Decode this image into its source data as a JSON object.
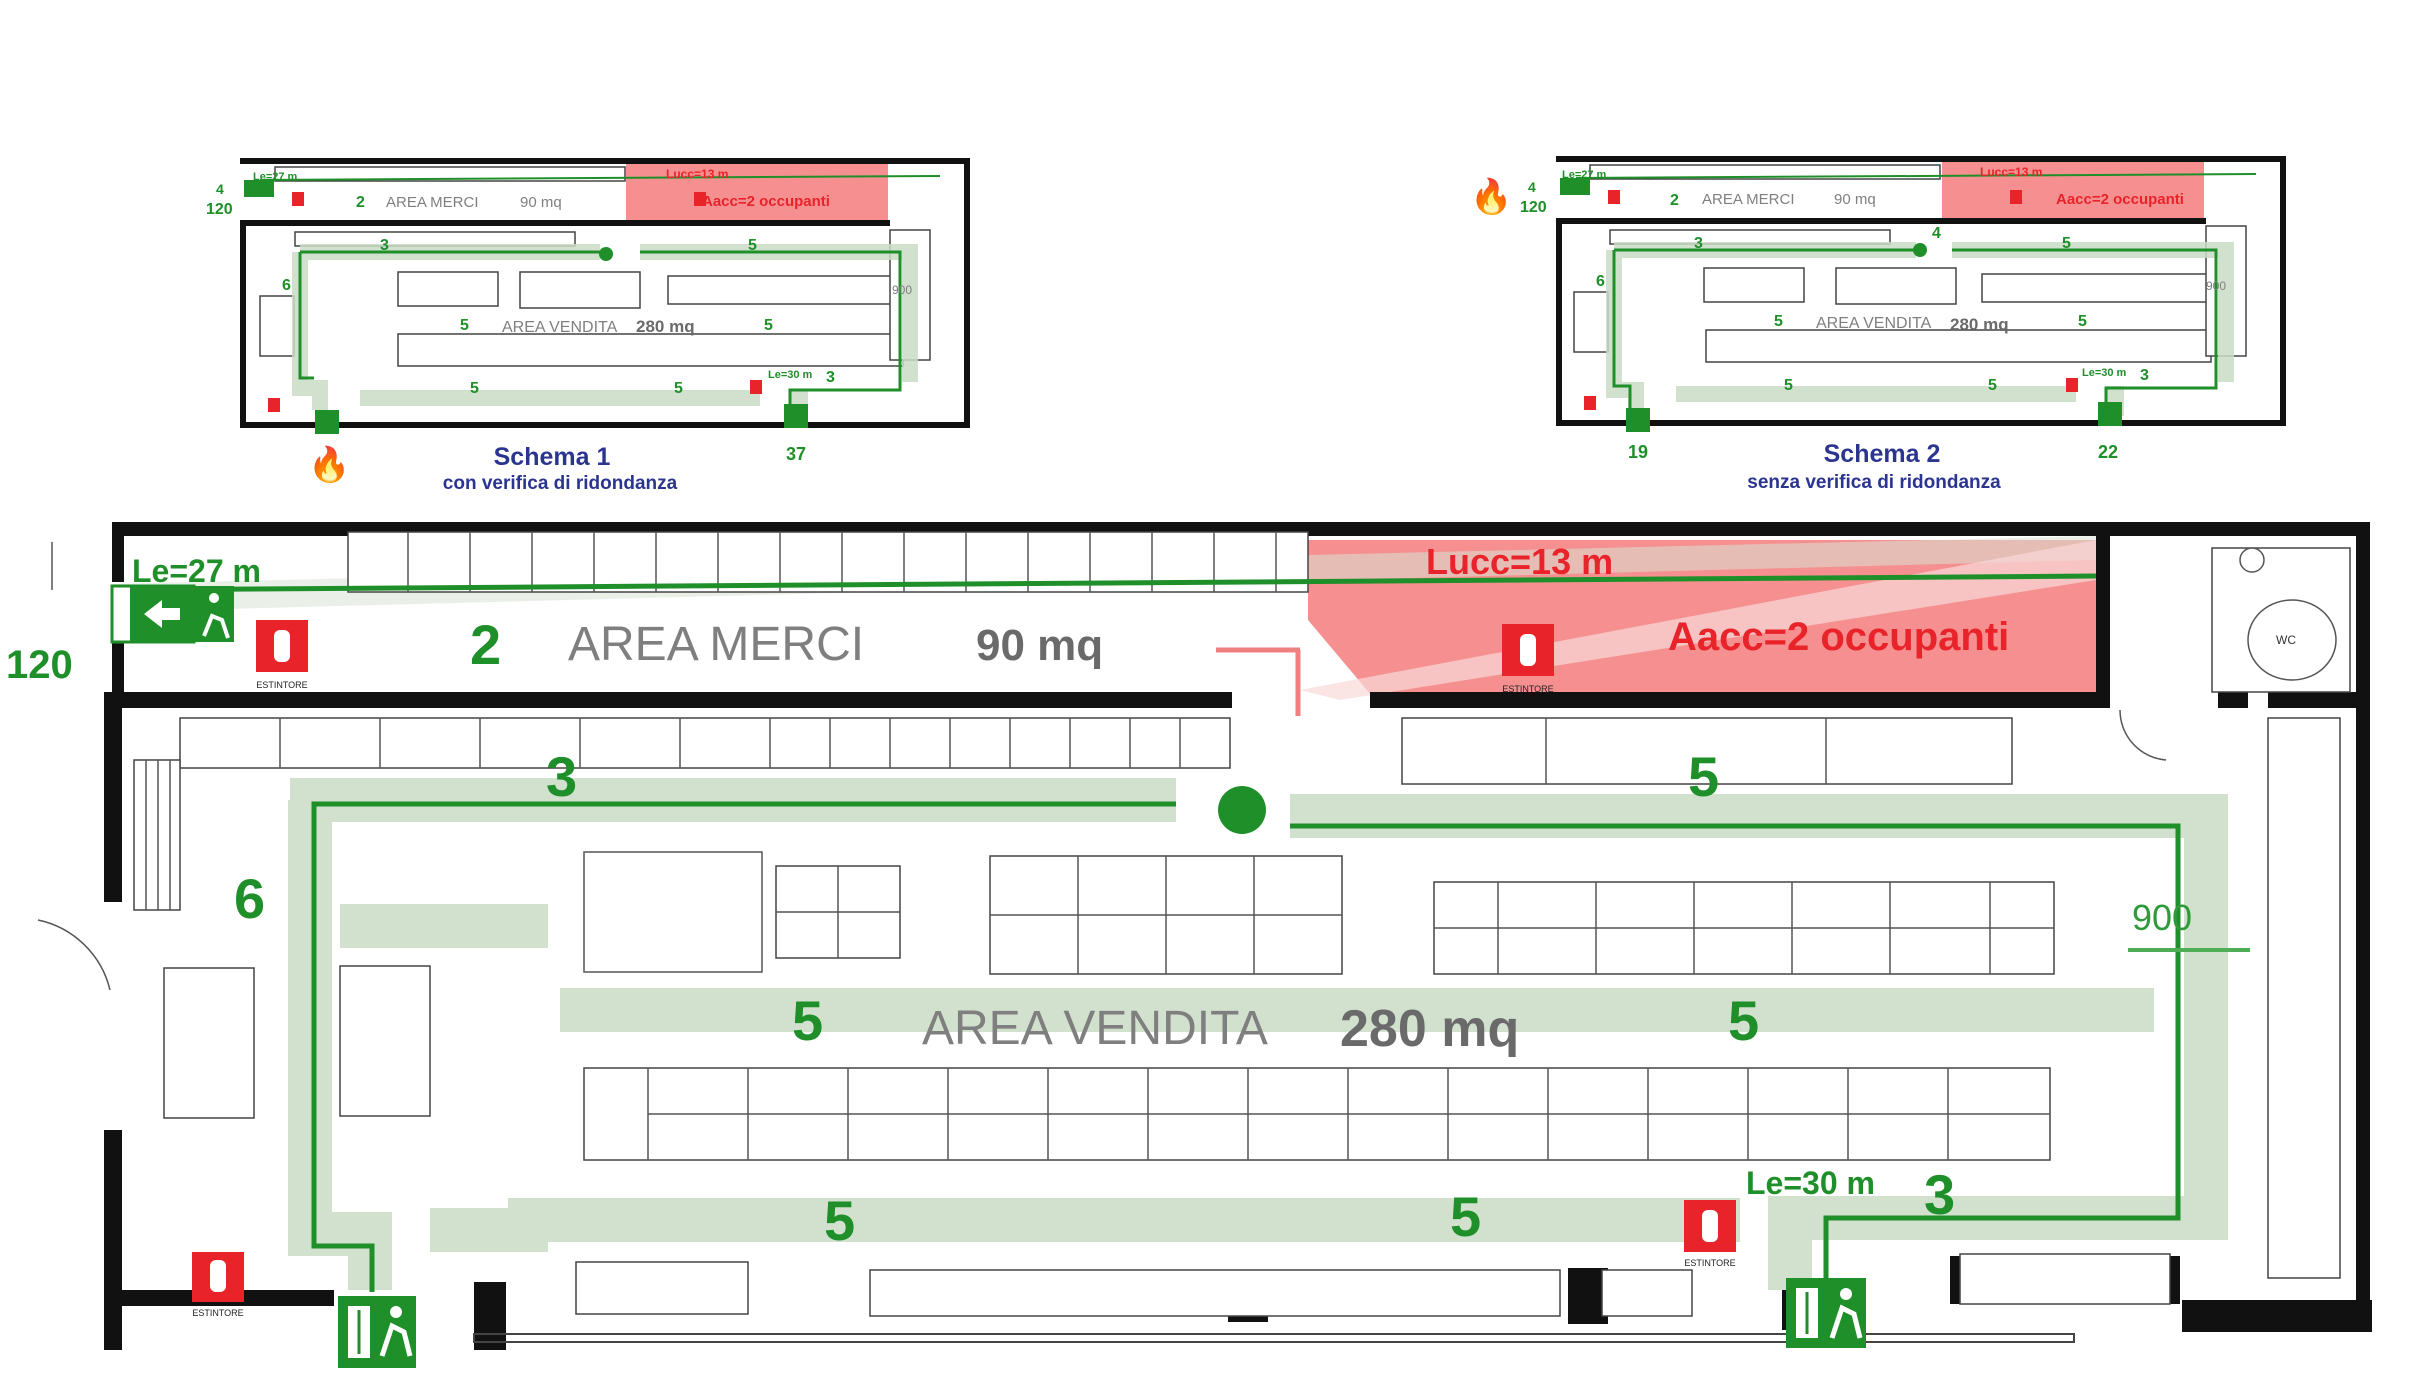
{
  "schema1": {
    "title": "Schema 1",
    "subtitle": "con verifica di ridondanza",
    "le_top": "Le=27 m",
    "lucc": "Lucc=13 m",
    "aacc": "Aacc=2 occupanti",
    "area_merci": "AREA  MERCI",
    "area_merci_size": "90 mq",
    "area_vendita": "AREA VENDITA",
    "area_vendita_size": "280 mq",
    "le_bottom": "Le=30 m",
    "dim": "900",
    "left_top": "4",
    "left_bottom": "120",
    "exit_count": "37",
    "numbers": [
      "2",
      "3",
      "5",
      "6",
      "5",
      "5",
      "5",
      "5",
      "3"
    ]
  },
  "schema2": {
    "title": "Schema 2",
    "subtitle": "senza verifica di ridondanza",
    "le_top": "Le=27 m",
    "lucc": "Lucc=13 m",
    "aacc": "Aacc=2 occupanti",
    "area_merci": "AREA  MERCI",
    "area_merci_size": "90 mq",
    "area_vendita": "AREA VENDITA",
    "area_vendita_size": "280 mq",
    "le_bottom": "Le=30 m",
    "dim": "900",
    "left_top": "4",
    "left_bottom": "120",
    "exit_left_count": "19",
    "exit_right_count": "22",
    "numbers": [
      "2",
      "4",
      "3",
      "5",
      "6",
      "5",
      "5",
      "5",
      "5",
      "3"
    ]
  },
  "main": {
    "le_top": "Le=27 m",
    "lucc": "Lucc=13 m",
    "aacc": "Aacc=2 occupanti",
    "area_merci": "AREA  MERCI",
    "area_merci_size": "90 mq",
    "area_vendita": "AREA VENDITA",
    "area_vendita_size": "280 mq",
    "le_bottom": "Le=30 m",
    "dim": "900",
    "left_count": "120",
    "estintore": "ESTINTORE",
    "wc": "WC",
    "num_2": "2",
    "num_3_top": "3",
    "num_5_top": "5",
    "num_6": "6",
    "num_5_mid_left": "5",
    "num_5_mid_right": "5",
    "num_5_bot_left": "5",
    "num_5_bot_right": "5",
    "num_3_bot": "3"
  },
  "colors": {
    "route": "#1f8f2a",
    "route_band": "#c9dcc6",
    "danger_zone": "#f47b7b",
    "label_red": "#e8232a",
    "title_blue": "#2b3590",
    "wall": "#111111"
  }
}
